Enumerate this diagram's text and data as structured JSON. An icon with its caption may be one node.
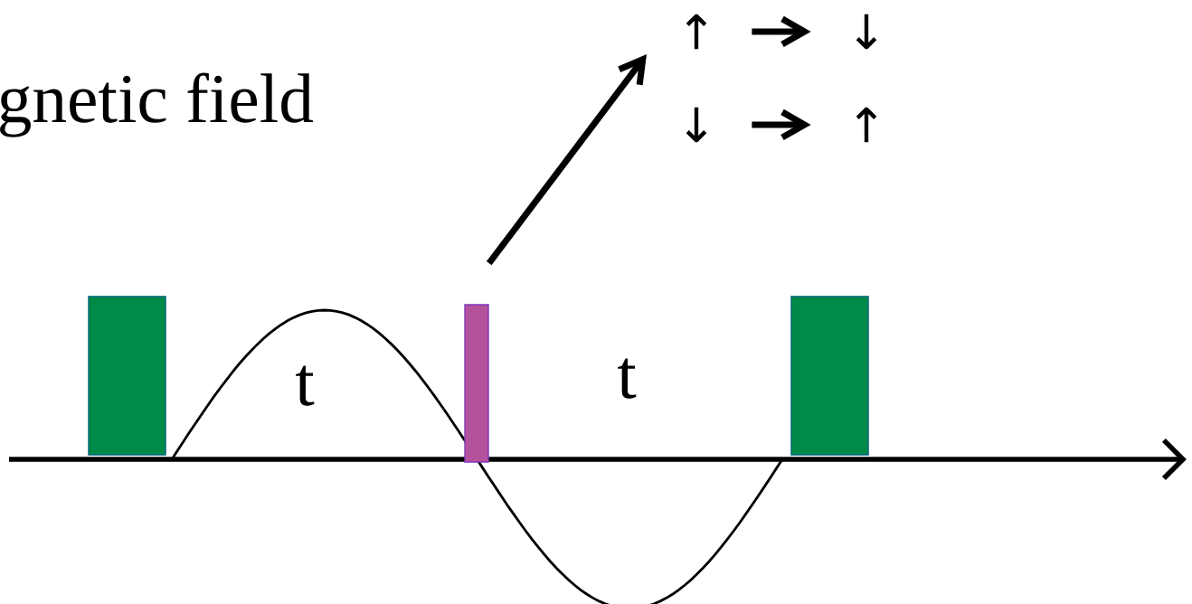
{
  "diagram": {
    "nodes": [
      {
        "text": [],
        "shape": "bar"
      },
      {
        "text": [],
        "shape": "bar"
      },
      {
        "text": [],
        "shape": "bar"
      },
      {
        "text": [
          "↑"
        ]
      },
      {
        "text": [
          "↓"
        ]
      },
      {
        "text": [
          "↓"
        ]
      },
      {
        "text": [
          "↑"
        ]
      }
    ],
    "edges": [
      {
        "from": 3,
        "to": 4,
        "arrow": "to"
      },
      {
        "from": 5,
        "to": 6,
        "arrow": "to"
      },
      {
        "from": 1,
        "to": null,
        "arrow": "to"
      }
    ],
    "labels": [
      "gnetic field",
      "t",
      "t"
    ]
  }
}
